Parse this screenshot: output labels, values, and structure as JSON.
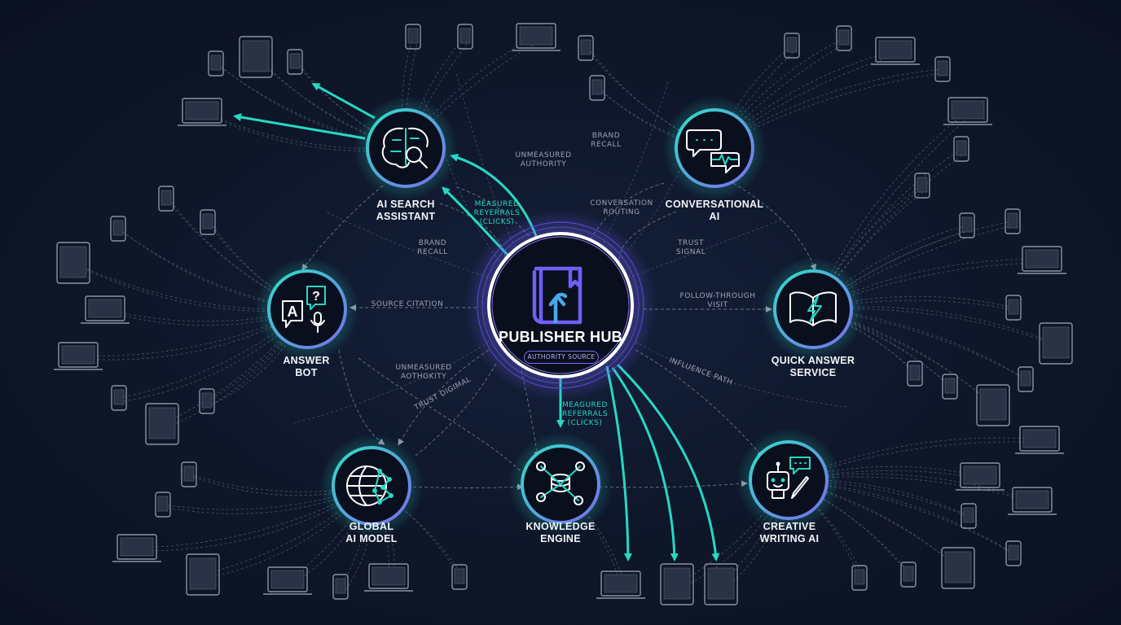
{
  "hub": {
    "title": "PUBLISHER HUB",
    "badge": "AUTHORITY SOURCE"
  },
  "nodes": [
    {
      "id": "ai-search",
      "lines": [
        "AI SEARCH",
        "ASSISTANT"
      ],
      "icon": "brain-search-icon"
    },
    {
      "id": "conversational",
      "lines": [
        "CONVERSATIONAL",
        "AI"
      ],
      "icon": "chat-bubbles-icon"
    },
    {
      "id": "answer-bot",
      "lines": [
        "ANSWER",
        "BOT"
      ],
      "icon": "answer-bot-icon"
    },
    {
      "id": "quick-answer",
      "lines": [
        "QUICK ANSWER",
        "SERVICE"
      ],
      "icon": "book-lightning-icon"
    },
    {
      "id": "global-ai",
      "lines": [
        "GLOBAL",
        "AI MODEL"
      ],
      "icon": "globe-network-icon"
    },
    {
      "id": "knowledge",
      "lines": [
        "KNOWLEDGE",
        "ENGINE"
      ],
      "icon": "database-network-icon"
    },
    {
      "id": "creative",
      "lines": [
        "CREATIVE",
        "WRITING AI"
      ],
      "icon": "robot-pen-icon"
    }
  ],
  "flow_labels": {
    "unmeasured_authority_top": [
      "UNMEASURED",
      "AUTHORITY"
    ],
    "brand_recall_top": [
      "BRAND",
      "RECALL"
    ],
    "measured_referrals_top": [
      "MEASURED",
      "REYERRALS",
      "(CLICKS)"
    ],
    "conversation_routing": [
      "CONVERSATION",
      "ROUTING"
    ],
    "brand_recall_left": [
      "BRAND",
      "RECALL"
    ],
    "trust_signal": [
      "TRUST",
      "SIGNAL"
    ],
    "source_citation": "SOURCE CITATION",
    "follow_through": [
      "FOLLOW-THROUGH",
      "VISIT"
    ],
    "unmeasured_left": [
      "UNMEASURED",
      "AOTHGKITY"
    ],
    "trust_digimal": "TRUST DIGIMAL",
    "influence_path": "INFLUENCE PATH",
    "measured_referrals_bottom": [
      "MEAGURED",
      "REFERRALS",
      "(CLICKS)"
    ]
  },
  "colors": {
    "background": "#0e1628",
    "teal": "#27d8c4",
    "purple": "#7a6cf0",
    "device": "#8a93a6",
    "dashed": "#5d6678"
  }
}
